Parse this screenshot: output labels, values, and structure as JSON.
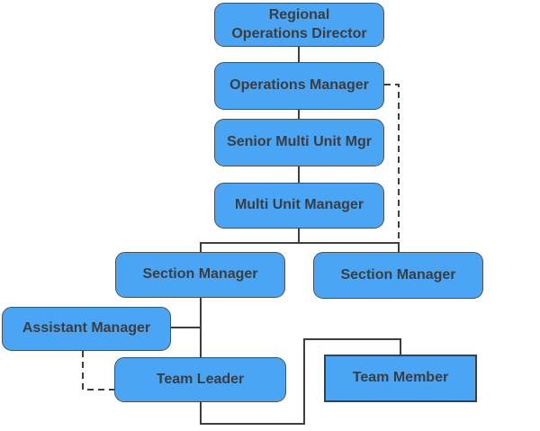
{
  "diagram": {
    "type": "org-chart",
    "colors": {
      "node_fill": "#4AA6F5",
      "node_border": "#4F4F4F",
      "team_member_border": "#3F3F3F",
      "connector_line": "#3F3F3F",
      "text": "#3D3D3D",
      "background": "#FFFFFF"
    },
    "nodes": [
      {
        "id": "regional-operations-director",
        "label": "Regional\nOperations Director"
      },
      {
        "id": "operations-manager",
        "label": "Operations Manager"
      },
      {
        "id": "senior-multi-unit-mgr",
        "label": "Senior Multi Unit Mgr"
      },
      {
        "id": "multi-unit-manager",
        "label": "Multi Unit Manager"
      },
      {
        "id": "section-manager-left",
        "label": "Section Manager"
      },
      {
        "id": "section-manager-right",
        "label": "Section Manager"
      },
      {
        "id": "assistant-manager",
        "label": "Assistant Manager"
      },
      {
        "id": "team-leader",
        "label": "Team Leader"
      },
      {
        "id": "team-member",
        "label": "Team Member"
      }
    ],
    "edges": [
      {
        "from": "regional-operations-director",
        "to": "operations-manager",
        "style": "solid"
      },
      {
        "from": "operations-manager",
        "to": "senior-multi-unit-mgr",
        "style": "solid"
      },
      {
        "from": "senior-multi-unit-mgr",
        "to": "multi-unit-manager",
        "style": "solid"
      },
      {
        "from": "multi-unit-manager",
        "to": "section-manager-left",
        "style": "solid"
      },
      {
        "from": "multi-unit-manager",
        "to": "section-manager-right",
        "style": "solid"
      },
      {
        "from": "operations-manager",
        "to": "section-manager-right",
        "style": "dashed"
      },
      {
        "from": "section-manager-left",
        "to": "assistant-manager",
        "style": "solid"
      },
      {
        "from": "section-manager-left",
        "to": "team-leader",
        "style": "solid"
      },
      {
        "from": "assistant-manager",
        "to": "team-leader",
        "style": "dashed"
      },
      {
        "from": "team-leader",
        "to": "team-member",
        "style": "solid"
      }
    ]
  }
}
